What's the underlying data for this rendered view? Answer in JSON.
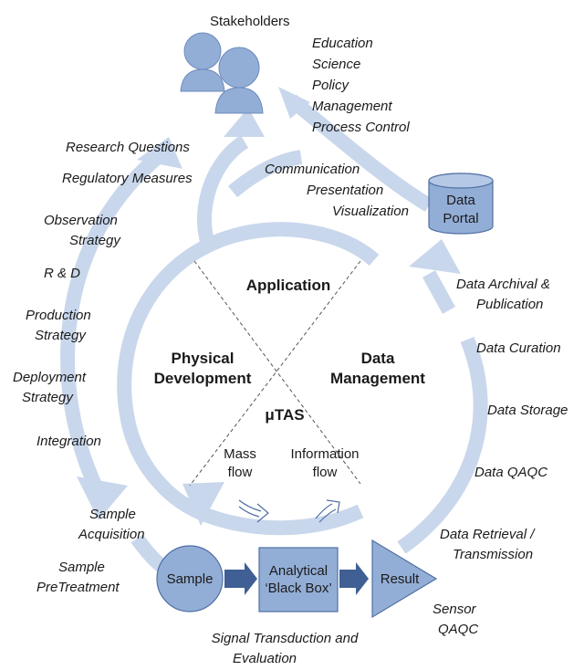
{
  "colors": {
    "arrow_light": "#c9d7ec",
    "shape_fill": "#93aed6",
    "shape_stroke": "#4f6fa3",
    "dark_arrow": "#3f5f95",
    "dash": "#555555"
  },
  "icons": [
    "stakeholders-icon",
    "cylinder-icon",
    "mass-flow-arrow-icon",
    "information-flow-arrow-icon"
  ],
  "top": {
    "stakeholders": "Stakeholders",
    "stake_list": [
      "Education",
      "Science",
      "Policy",
      "Management",
      "Process Control"
    ],
    "comm_list": [
      "Communication",
      "Presentation",
      "Visualization"
    ],
    "data_portal": [
      "Data",
      "Portal"
    ]
  },
  "left": {
    "research": "Research Questions",
    "regulatory": "Regulatory Measures",
    "observation": [
      "Observation",
      "Strategy"
    ],
    "rd": "R & D",
    "production": [
      "Production",
      "Strategy"
    ],
    "deployment": [
      "Deployment",
      "Strategy"
    ],
    "integration": "Integration",
    "sample_acq": [
      "Sample",
      "Acquisition"
    ],
    "sample_pre": [
      "Sample",
      "PreTreatment"
    ]
  },
  "right": {
    "archival": [
      "Data Archival &",
      "Publication"
    ],
    "curation": "Data Curation",
    "storage": "Data Storage",
    "qaqc": "Data QAQC",
    "retrieval": [
      "Data Retrieval /",
      "Transmission"
    ],
    "sensor": [
      "Sensor",
      "QAQC"
    ]
  },
  "center": {
    "application": "Application",
    "physical": [
      "Physical",
      "Development"
    ],
    "data_mgmt": [
      "Data",
      "Management"
    ],
    "utas": "μTAS",
    "mass_flow": [
      "Mass",
      "flow"
    ],
    "info_flow": [
      "Information",
      "flow"
    ]
  },
  "bottom": {
    "sample": "Sample",
    "black_box": [
      "Analytical",
      "‘Black Box’"
    ],
    "result": "Result",
    "signal": [
      "Signal Transduction and",
      "Evaluation"
    ]
  }
}
